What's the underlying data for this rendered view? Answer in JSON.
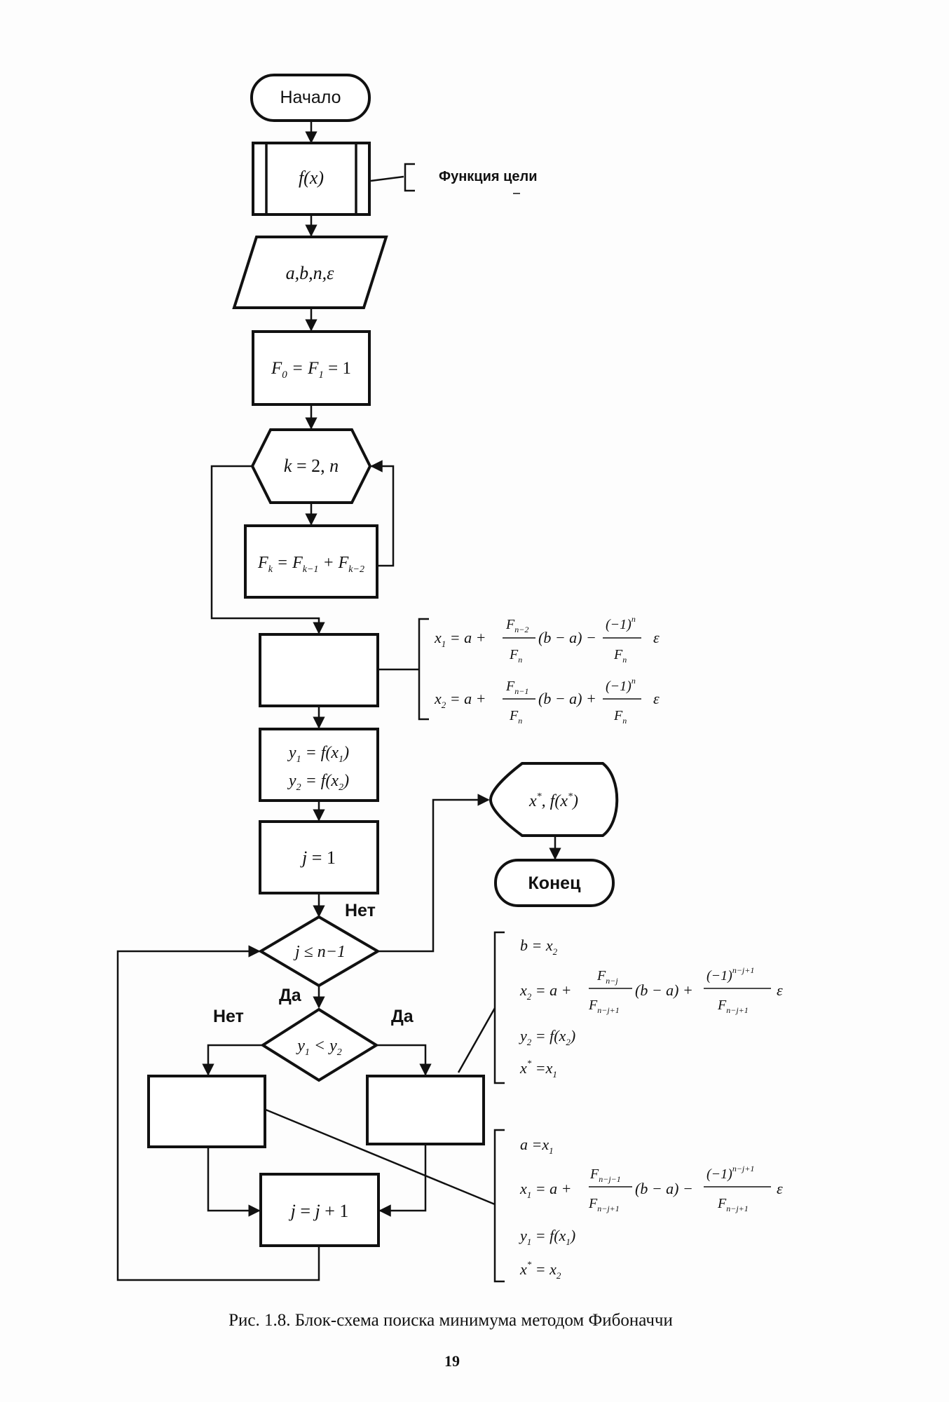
{
  "diagram": {
    "start_label": "Начало",
    "func_label": "f(x)",
    "func_note": "Функция цели",
    "input_label": "a,b,n,ε",
    "init_label": "F₀ = F₁ = 1",
    "loop_label": "k = 2, n",
    "fib_label": "F_k = F_{k−1} + F_{k−2}",
    "formula_x1": "x₁ = a + F_{n−2}/F_n (b − a) − (−1)^n/F_n ε",
    "formula_x2": "x₂ = a + F_{n−1}/F_n (b − a) + (−1)^n/F_n ε",
    "y1_label": "y₁ = f(x₁)",
    "y2_label": "y₂ = f(x₂)",
    "j_init_label": "j = 1",
    "output_label": "x*, f(x*)",
    "end_label": "Конец",
    "cond1_label": "j ≤ n−1",
    "cond2_label": "y₁ < y₂",
    "yes_label": "Да",
    "no_label": "Нет",
    "j_inc_label": "j = j + 1",
    "right_block": {
      "l1": "b = x₂",
      "l2": "x₂ = a + F_{n−j}/F_{n−j+1} (b − a) + (−1)^{n−j+1}/F_{n−j+1} ε",
      "l3": "y₂ = f(x₂)",
      "l4": "x* = x₁"
    },
    "left_block": {
      "l1": "a = x₁",
      "l2": "x₁ = a + F_{n−j−1}/F_{n−j+1} (b − a) − (−1)^{n−j+1}/F_{n−j+1} ε",
      "l3": "y₁ = f(x₁)",
      "l4": "x* = x₂"
    }
  },
  "caption": "Рис. 1.8. Блок-схема поиска минимума методом Фибоначчи",
  "page_number": "19"
}
